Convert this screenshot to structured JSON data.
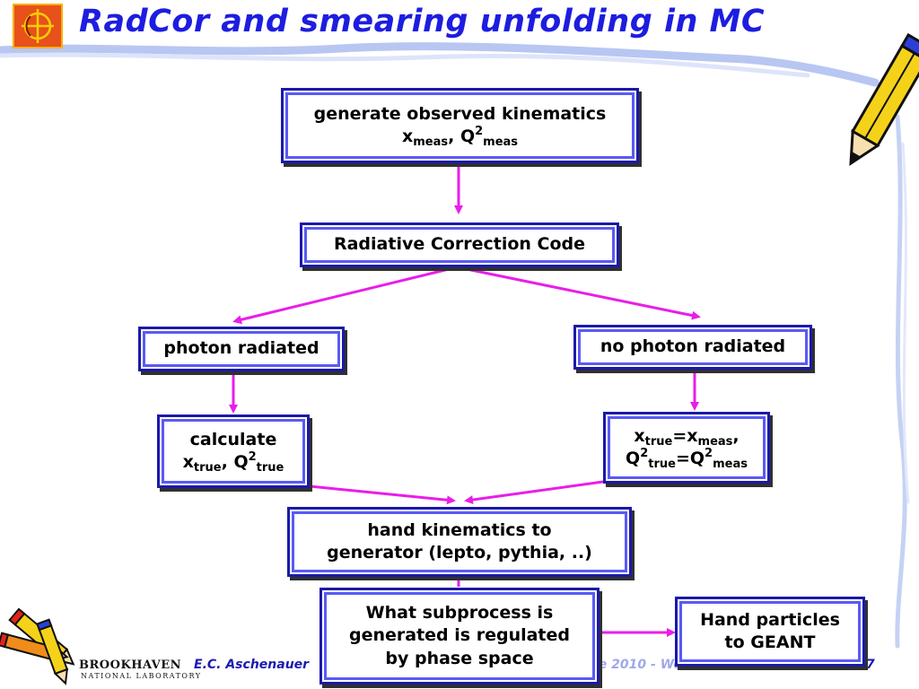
{
  "slide": {
    "title": "RadCor and smearing unfolding in MC",
    "footer": {
      "author": "E.C. Aschenauer",
      "event_fragment": "le 2010 - Week 6",
      "page_fragment": "7",
      "lab_name": "BROOKHAVEN",
      "lab_subtitle": "NATIONAL LABORATORY"
    }
  },
  "boxes": {
    "generate": {
      "line1": "generate observed kinematics",
      "x": "x",
      "x_sub": "meas",
      "sep": ", ",
      "q": "Q",
      "q_sup": "2",
      "q_sub": "meas"
    },
    "radcor": {
      "label": "Radiative Correction Code"
    },
    "photon": {
      "label": "photon radiated"
    },
    "nophoton": {
      "label": "no photon radiated"
    },
    "calculate": {
      "line1": "calculate",
      "x": "x",
      "x_sub": "true",
      "sep": ", ",
      "q": "Q",
      "q_sup": "2",
      "q_sub": "true"
    },
    "equal": {
      "x": "x",
      "x_sub1": "true",
      "eq1": "=x",
      "x_sub2": "meas",
      "comma": ",",
      "q": "Q",
      "q_sup1": "2",
      "q_sub1": "true",
      "eq2": "=Q",
      "q_sup2": "2",
      "q_sub2": "meas"
    },
    "hand": {
      "line1": "hand kinematics to",
      "line2": "generator (lepto, pythia, ..)"
    },
    "subprocess": {
      "line1": "What subprocess is",
      "line2": "generated is regulated",
      "line3": "by phase space"
    },
    "geant": {
      "line1": "Hand particles",
      "line2": "to GEANT"
    }
  },
  "colors": {
    "title": "#1d1de0",
    "arrow": "#e81ee8",
    "box_border": "#1a1aa8",
    "box_inner": "#5a5af5",
    "footer": "#1a1ab0"
  }
}
